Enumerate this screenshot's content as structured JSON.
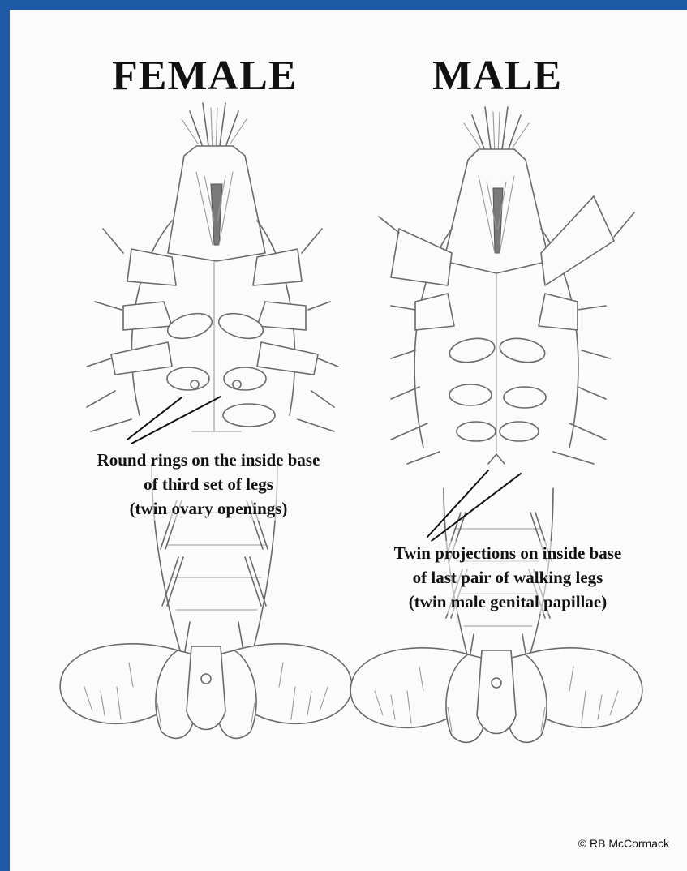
{
  "labels": {
    "female": "FEMALE",
    "male": "MALE"
  },
  "captions": {
    "female": [
      "Round rings on the inside base",
      "of third set of legs",
      "(twin ovary openings)"
    ],
    "male": [
      "Twin projections on inside base",
      "of last pair of walking legs",
      "(twin male genital papillae)"
    ]
  },
  "credit": "© RB McCormack",
  "colors": {
    "border": "#1f5aa6",
    "paper": "#fbfbfb",
    "ink": "#111111",
    "pencil": "#6a6a6a"
  }
}
